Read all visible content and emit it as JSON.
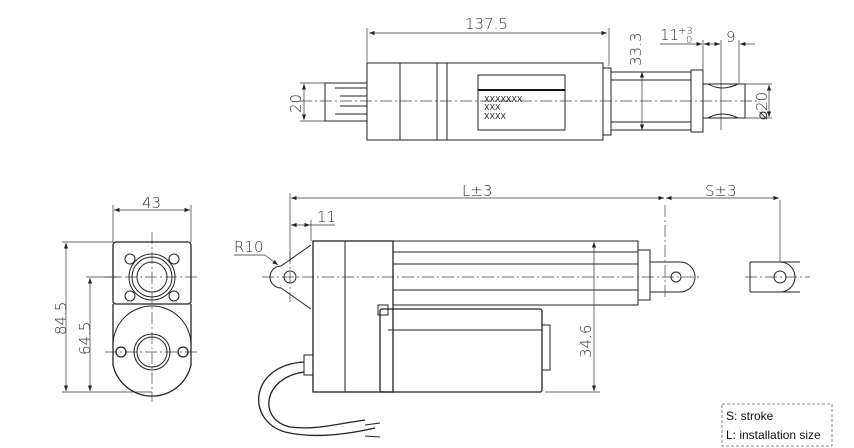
{
  "top_view": {
    "overall_length": "137.5",
    "height_dim": "33.3",
    "tube_dim": "20",
    "end_dim_main": "11",
    "end_dim_tol_plus": "+3",
    "end_dim_tol_minus": "0",
    "end_dim_width": "9",
    "rod_diameter": "⌀20",
    "label_lines": [
      "XXXXXXX",
      "XXX",
      "XXXX"
    ]
  },
  "front_view": {
    "width": "43",
    "total_height": "84.5",
    "center_height": "64.5"
  },
  "side_view": {
    "install_length": "L±3",
    "stroke": "S±3",
    "offset": "11",
    "radius": "R10",
    "motor_height": "34.6"
  },
  "legend": {
    "stroke_note": "S: stroke",
    "length_note": "L: installation size"
  }
}
